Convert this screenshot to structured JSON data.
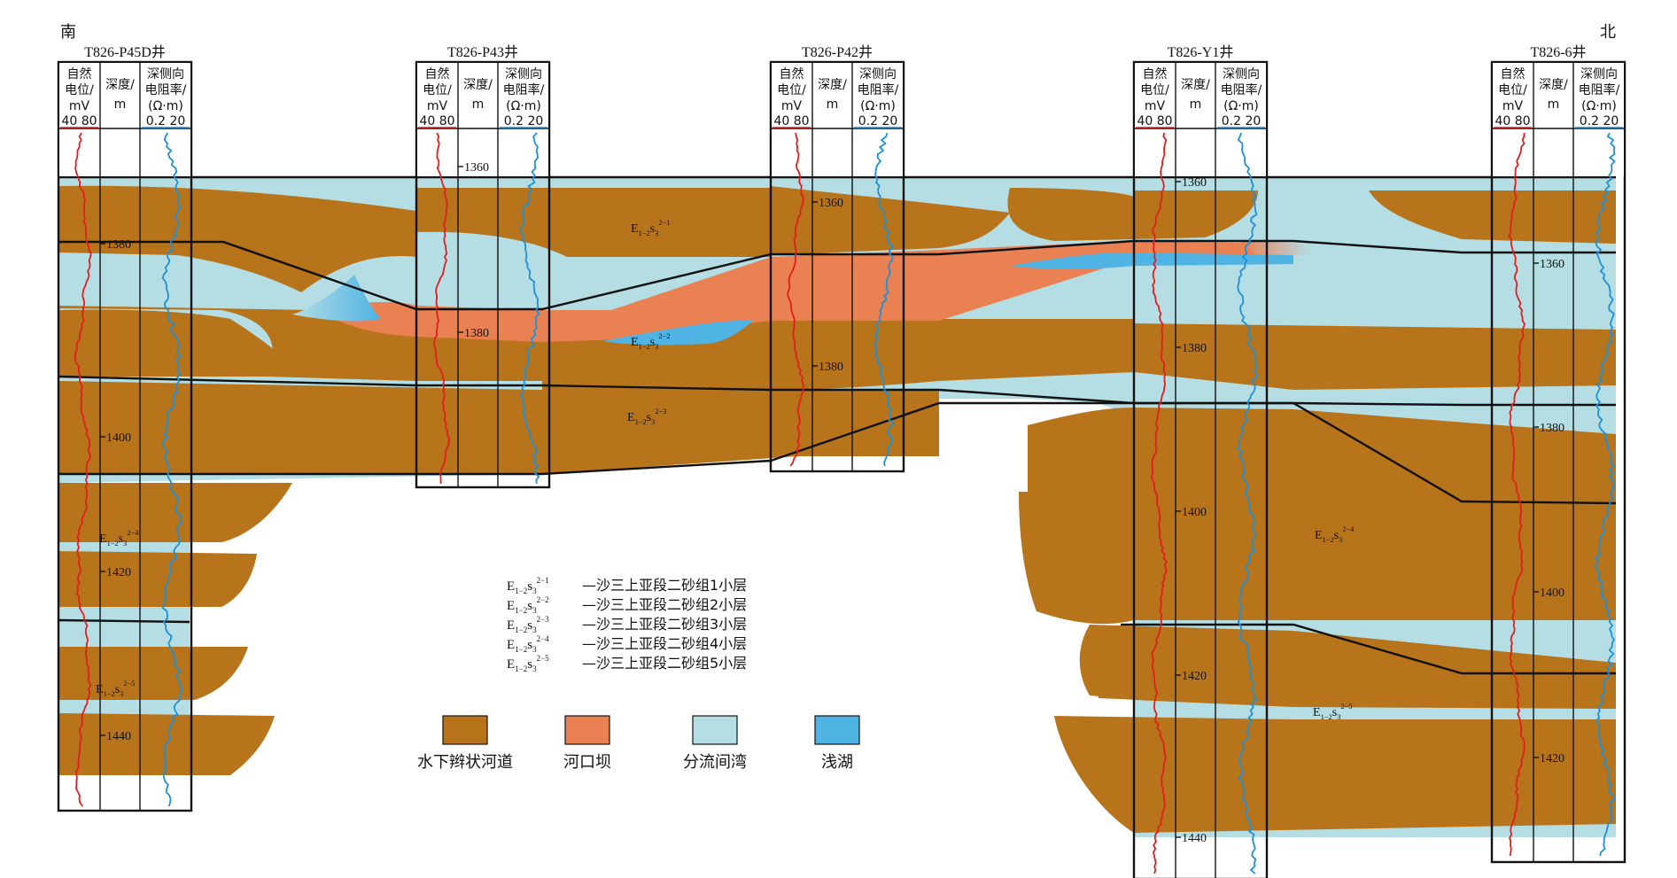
{
  "directions": {
    "south": "南",
    "north": "北"
  },
  "header_labels": {
    "sp_l1": "自然",
    "sp_l2": "电位/",
    "sp_l3": "mV",
    "sp_scale": "40 80",
    "depth_l1": "深度/",
    "depth_l2": "m",
    "res_l1": "深侧向",
    "res_l2": "电阻率/",
    "res_l3": "(Ω·m)",
    "res_scale": "0.2  20"
  },
  "wells": [
    {
      "name": "T826-P45D井",
      "depths": [
        "1380",
        "1400",
        "1420",
        "1440"
      ]
    },
    {
      "name": "T826-P43井",
      "depths": [
        "1360",
        "1380"
      ]
    },
    {
      "name": "T826-P42井",
      "depths": [
        "1360",
        "1380"
      ]
    },
    {
      "name": "T826-Y1井",
      "depths": [
        "1360",
        "1380",
        "1400",
        "1420",
        "1440"
      ]
    },
    {
      "name": "T826-6井",
      "depths": [
        "1360",
        "1380",
        "1400",
        "1420"
      ]
    }
  ],
  "layer_labels": [
    {
      "code": "E",
      "sub": "1−2",
      "s": "s",
      "ssub": "3",
      "sup": "2−1"
    },
    {
      "code": "E",
      "sub": "1−2",
      "s": "s",
      "ssub": "3",
      "sup": "2−2"
    },
    {
      "code": "E",
      "sub": "1−2",
      "s": "s",
      "ssub": "3",
      "sup": "2−3"
    },
    {
      "code": "E",
      "sub": "1−2",
      "s": "s",
      "ssub": "3",
      "sup": "2−4"
    },
    {
      "code": "E",
      "sub": "1−2",
      "s": "s",
      "ssub": "3",
      "sup": "2−5"
    },
    {
      "code": "E",
      "sub": "1−2",
      "s": "s",
      "ssub": "3",
      "sup": "2−4"
    },
    {
      "code": "E",
      "sub": "1−2",
      "s": "s",
      "ssub": "3",
      "sup": "2−5"
    }
  ],
  "notes": [
    {
      "code": "E",
      "sub": "1−2",
      "s": "s",
      "ssub": "3",
      "sup": "2−1",
      "text": "—沙三上亚段二砂组1小层"
    },
    {
      "code": "E",
      "sub": "1−2",
      "s": "s",
      "ssub": "3",
      "sup": "2−2",
      "text": "—沙三上亚段二砂组2小层"
    },
    {
      "code": "E",
      "sub": "1−2",
      "s": "s",
      "ssub": "3",
      "sup": "2−3",
      "text": "—沙三上亚段二砂组3小层"
    },
    {
      "code": "E",
      "sub": "1−2",
      "s": "s",
      "ssub": "3",
      "sup": "2−4",
      "text": "—沙三上亚段二砂组4小层"
    },
    {
      "code": "E",
      "sub": "1−2",
      "s": "s",
      "ssub": "3",
      "sup": "2−5",
      "text": "—沙三上亚段二砂组5小层"
    }
  ],
  "legend": [
    {
      "label": "水下辫状河道",
      "color": "#b8741a"
    },
    {
      "label": "河口坝",
      "color": "#ea8152"
    },
    {
      "label": "分流间湾",
      "color": "#b4dde4"
    },
    {
      "label": "浅湖",
      "color": "#4fb3e3"
    }
  ],
  "colors": {
    "channel": "#b8741a",
    "mouth_bar": "#ea8152",
    "interdistributary": "#b4dde4",
    "shallow_lake": "#4fb3e3",
    "sp_curve": "#e01e1e",
    "res_curve": "#1e90d8"
  }
}
